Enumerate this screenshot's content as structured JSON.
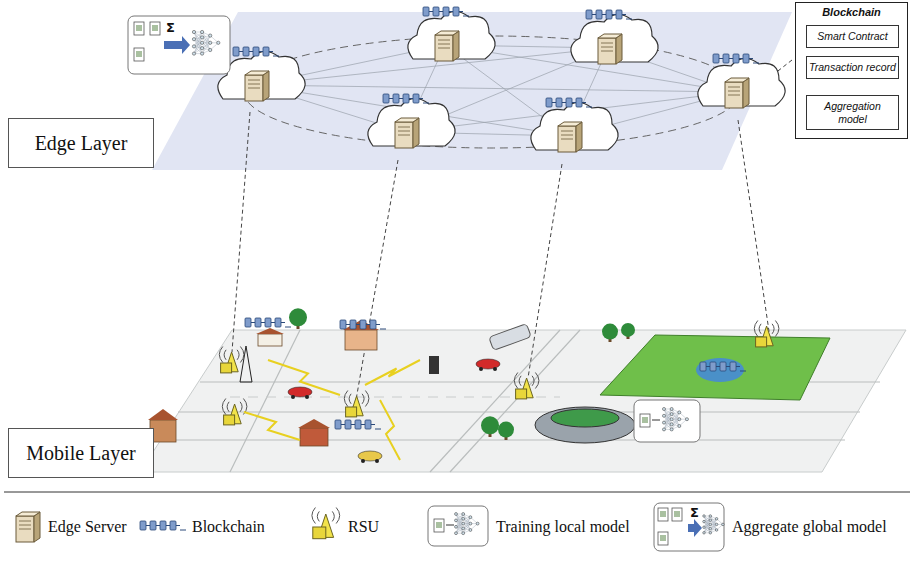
{
  "diagram": {
    "nodes": [
      {
        "text": [
          "Blockchain"
        ]
      },
      {
        "text": [
          "Smart Contract"
        ],
        "in": 0
      },
      {
        "text": [
          "Transaction record"
        ],
        "in": 0
      },
      {
        "text": [
          "Aggregation model"
        ],
        "in": 0
      },
      {
        "text": [
          "Edge Layer"
        ]
      },
      {
        "text": [
          "Mobile Layer"
        ]
      }
    ],
    "labels": [
      "Σ",
      "Σ"
    ],
    "legend": [
      {
        "text": "Edge Server"
      },
      {
        "text": "Blockchain"
      },
      {
        "text": "RSU"
      },
      {
        "text": "Training local model"
      },
      {
        "text": "Aggregate global model"
      }
    ]
  }
}
